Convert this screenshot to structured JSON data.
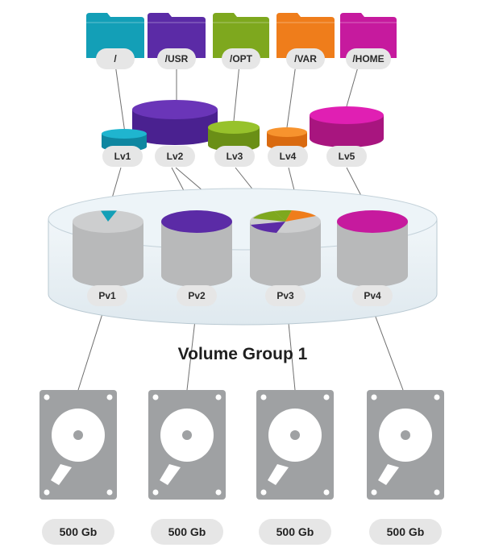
{
  "folders": [
    {
      "label": "/",
      "color": "#139fb7"
    },
    {
      "label": "/USR",
      "color": "#5b2ba6"
    },
    {
      "label": "/OPT",
      "color": "#7ea81e"
    },
    {
      "label": "/VAR",
      "color": "#ef7d1b"
    },
    {
      "label": "/HOME",
      "color": "#c61a9e"
    }
  ],
  "logical_volumes": [
    {
      "label": "Lv1",
      "color": "#139fb7"
    },
    {
      "label": "Lv2",
      "color": "#5b2ba6"
    },
    {
      "label": "Lv3",
      "color": "#7ea81e"
    },
    {
      "label": "Lv4",
      "color": "#ef7d1b"
    },
    {
      "label": "Lv5",
      "color": "#c61a9e"
    }
  ],
  "physical_volumes": [
    {
      "label": "Pv1"
    },
    {
      "label": "Pv2"
    },
    {
      "label": "Pv3"
    },
    {
      "label": "Pv4"
    }
  ],
  "volume_group": {
    "label": "Volume Group 1"
  },
  "disks": [
    {
      "label": "500 Gb"
    },
    {
      "label": "500 Gb"
    },
    {
      "label": "500 Gb"
    },
    {
      "label": "500 Gb"
    }
  ],
  "colors": {
    "pill": "#e6e6e6",
    "cylinder_gray": "#bfc0c1",
    "disk_gray": "#9fa1a3",
    "line": "#6f6f6f",
    "group_fill": "#e4eef3"
  }
}
